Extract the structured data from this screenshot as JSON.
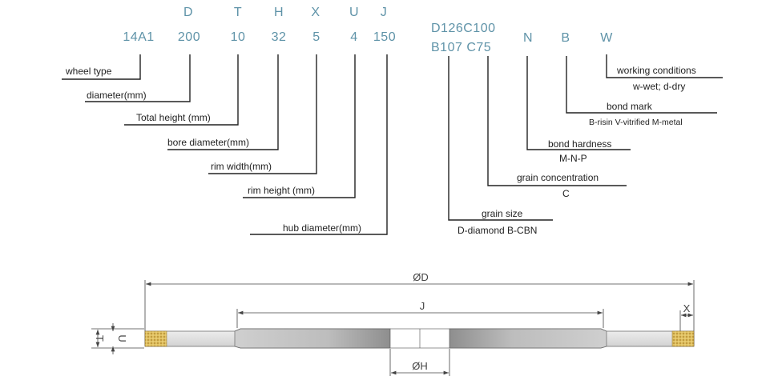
{
  "header_letters": [
    "D",
    "T",
    "H",
    "X",
    "U",
    "J"
  ],
  "left_codes": [
    "14A1",
    "200",
    "10",
    "32",
    "5",
    "4",
    "150"
  ],
  "left_labels": [
    "wheel type",
    "diameter(mm)",
    "Total height (mm)",
    "bore diameter(mm)",
    "rim width(mm)",
    "rim height (mm)",
    "hub diameter(mm)"
  ],
  "right_codes": {
    "grain_line1": "D126C100",
    "grain_line2": "B107 C75",
    "hardness": "N",
    "bond": "B",
    "condition": "W"
  },
  "right_labels": {
    "grain_size": "grain size",
    "grain_size_sub": "D-diamond B-CBN",
    "grain_conc": "grain concentration",
    "grain_conc_sub": "C",
    "hardness": "bond hardness",
    "hardness_sub": "M-N-P",
    "bond": "bond mark",
    "bond_sub": "B-risin  V-vitrified  M-metal",
    "conditions": "working conditions",
    "conditions_sub": "w-wet; d-dry"
  },
  "drawing": {
    "D": "ØD",
    "J": "J",
    "X": "X",
    "H": "ØH",
    "T": "T",
    "U": "U"
  },
  "colors": {
    "code": "#5f93a8",
    "rim": "#d8b24a",
    "body": "#b8b8b8"
  }
}
